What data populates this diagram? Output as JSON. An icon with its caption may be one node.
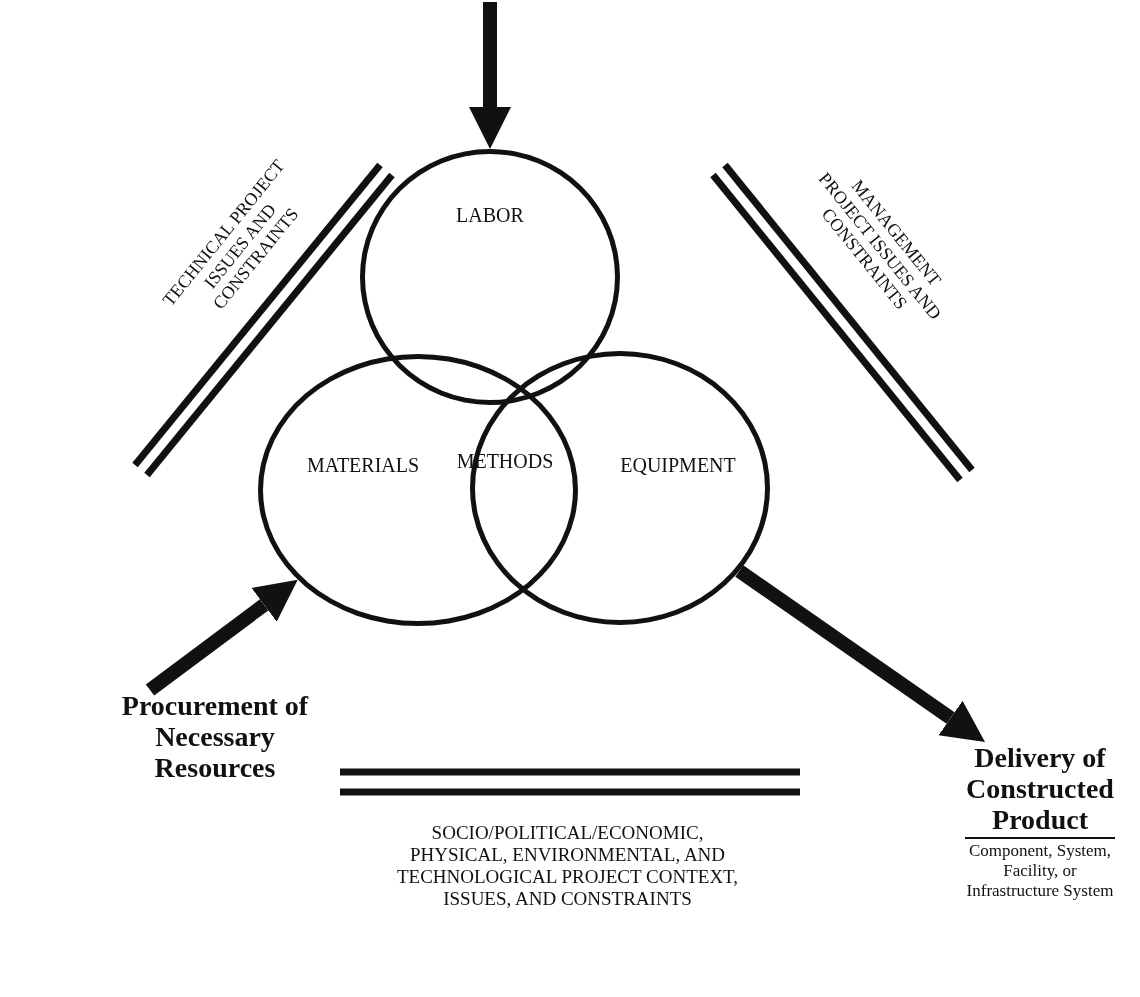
{
  "diagram": {
    "nodes": [
      {
        "text": [
          "LABOR"
        ]
      },
      {
        "text": [
          "MATERIALS"
        ]
      },
      {
        "text": [
          "EQUIPMENT"
        ]
      },
      {
        "text": [
          "Procurement of Necessary Resources"
        ]
      },
      {
        "text": [
          "Delivery of Constructed Product",
          "Component, System, Facility, or Infrastructure System"
        ]
      }
    ],
    "edges": [
      {
        "from": null,
        "to": 0,
        "arrow": "to"
      },
      {
        "from": 3,
        "to": 1,
        "arrow": "to"
      },
      {
        "from": 2,
        "to": 4,
        "arrow": "to"
      }
    ],
    "labels": [
      "TECHNICAL PROJECT ISSUES AND CONSTRAINTS",
      "MANAGEMENT PROJECT ISSUES AND CONSTRAINTS",
      "METHODS",
      "SOCIO/POLITICAL/ECONOMIC, PHYSICAL, ENVIRONMENTAL, AND TECHNOLOGICAL PROJECT CONTEXT, ISSUES, AND CONSTRAINTS"
    ]
  }
}
